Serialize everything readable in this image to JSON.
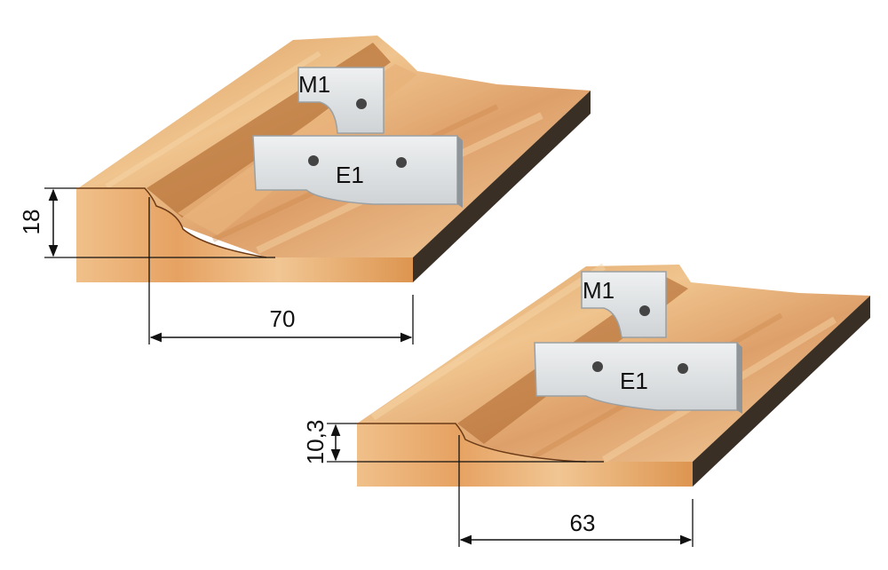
{
  "colors": {
    "wood_top": "#e7b27c",
    "wood_light": "#f3cf9f",
    "wood_dark": "#c9803f",
    "wood_front": "#e5a060",
    "wood_edge": "#3a2f25",
    "knife": "#dfe2e3",
    "knife_shadow": "#9aa0a3",
    "line": "#111111"
  },
  "profile_a": {
    "knife_top_label": "M1",
    "knife_main_label": "E1",
    "height_dim": "18",
    "width_dim": "70"
  },
  "profile_b": {
    "knife_top_label": "M1",
    "knife_main_label": "E1",
    "height_dim": "10,3",
    "width_dim": "63"
  }
}
